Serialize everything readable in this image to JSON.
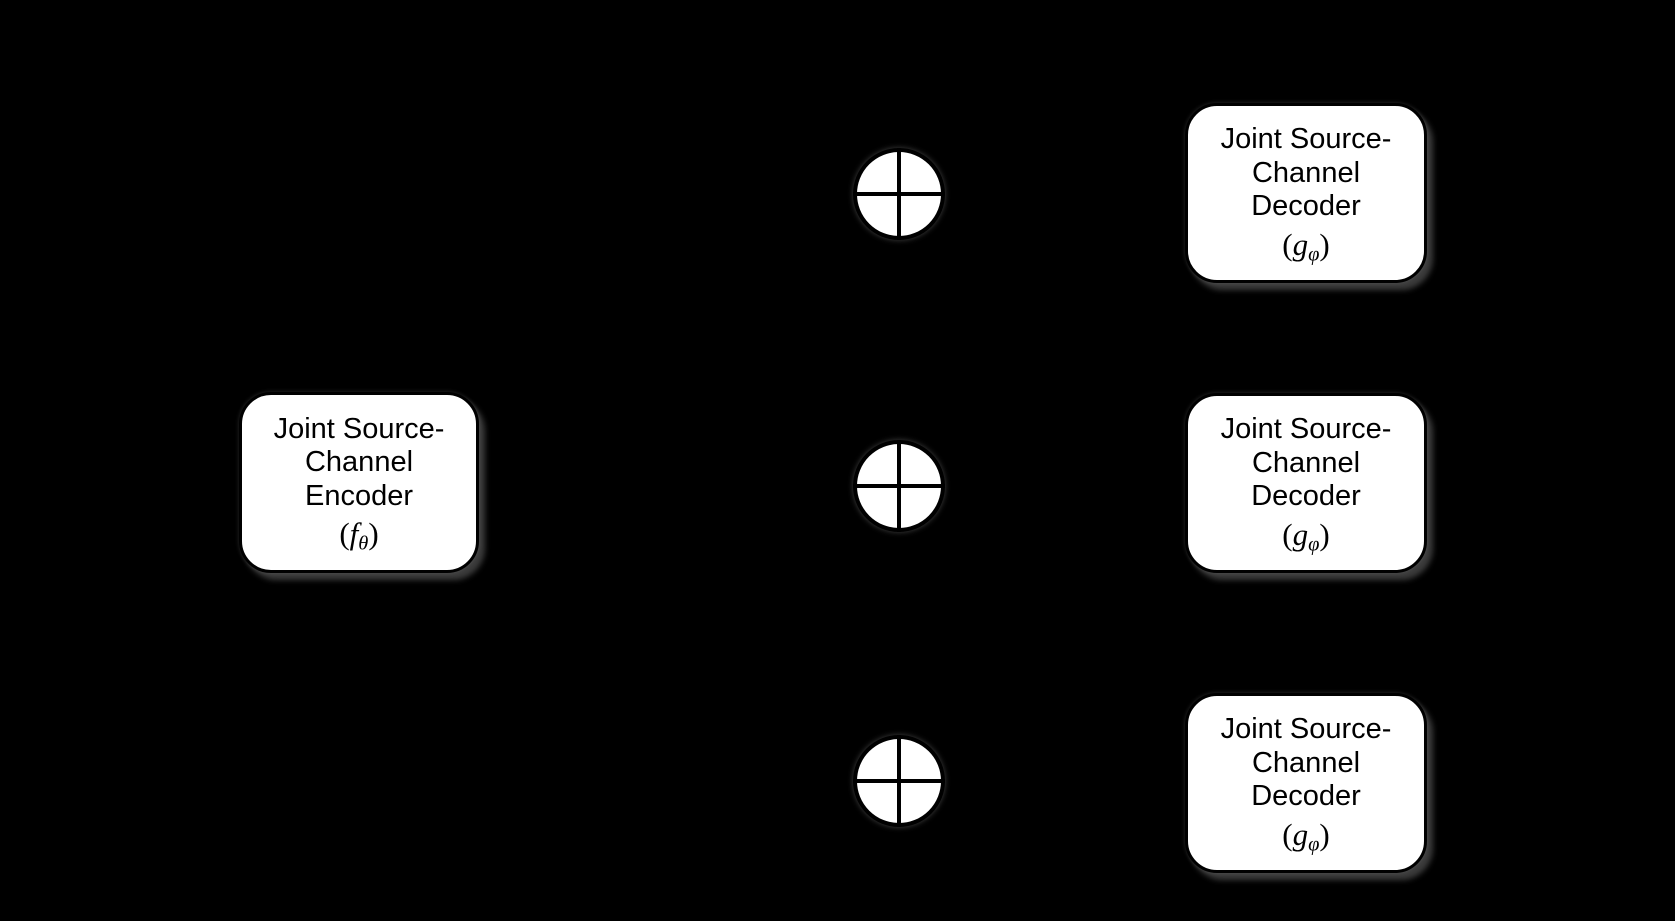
{
  "diagram": {
    "title": "joint-source-channel-coding-block-diagram",
    "colors": {
      "background": "#000000",
      "node_fill": "#ffffff",
      "node_border": "#000000",
      "text": "#000000",
      "halo_shadow": "#828282"
    }
  },
  "encoder_box": {
    "line1": "Joint Source-",
    "line2": "Channel",
    "line3": "Encoder",
    "math_open": "(",
    "math_var": "f",
    "math_sub": "θ",
    "math_close": ")"
  },
  "decoder_boxes": [
    {
      "line1": "Joint Source-",
      "line2": "Channel",
      "line3": "Decoder",
      "math_open": "(",
      "math_var": "g",
      "math_sub": "φ",
      "math_close": ")"
    },
    {
      "line1": "Joint Source-",
      "line2": "Channel",
      "line3": "Decoder",
      "math_open": "(",
      "math_var": "g",
      "math_sub": "φ",
      "math_close": ")"
    },
    {
      "line1": "Joint Source-",
      "line2": "Channel",
      "line3": "Decoder",
      "math_open": "(",
      "math_var": "g",
      "math_sub": "φ",
      "math_close": ")"
    }
  ],
  "adders": [
    {
      "icon": "plus-adder-icon"
    },
    {
      "icon": "plus-adder-icon"
    },
    {
      "icon": "plus-adder-icon"
    }
  ]
}
